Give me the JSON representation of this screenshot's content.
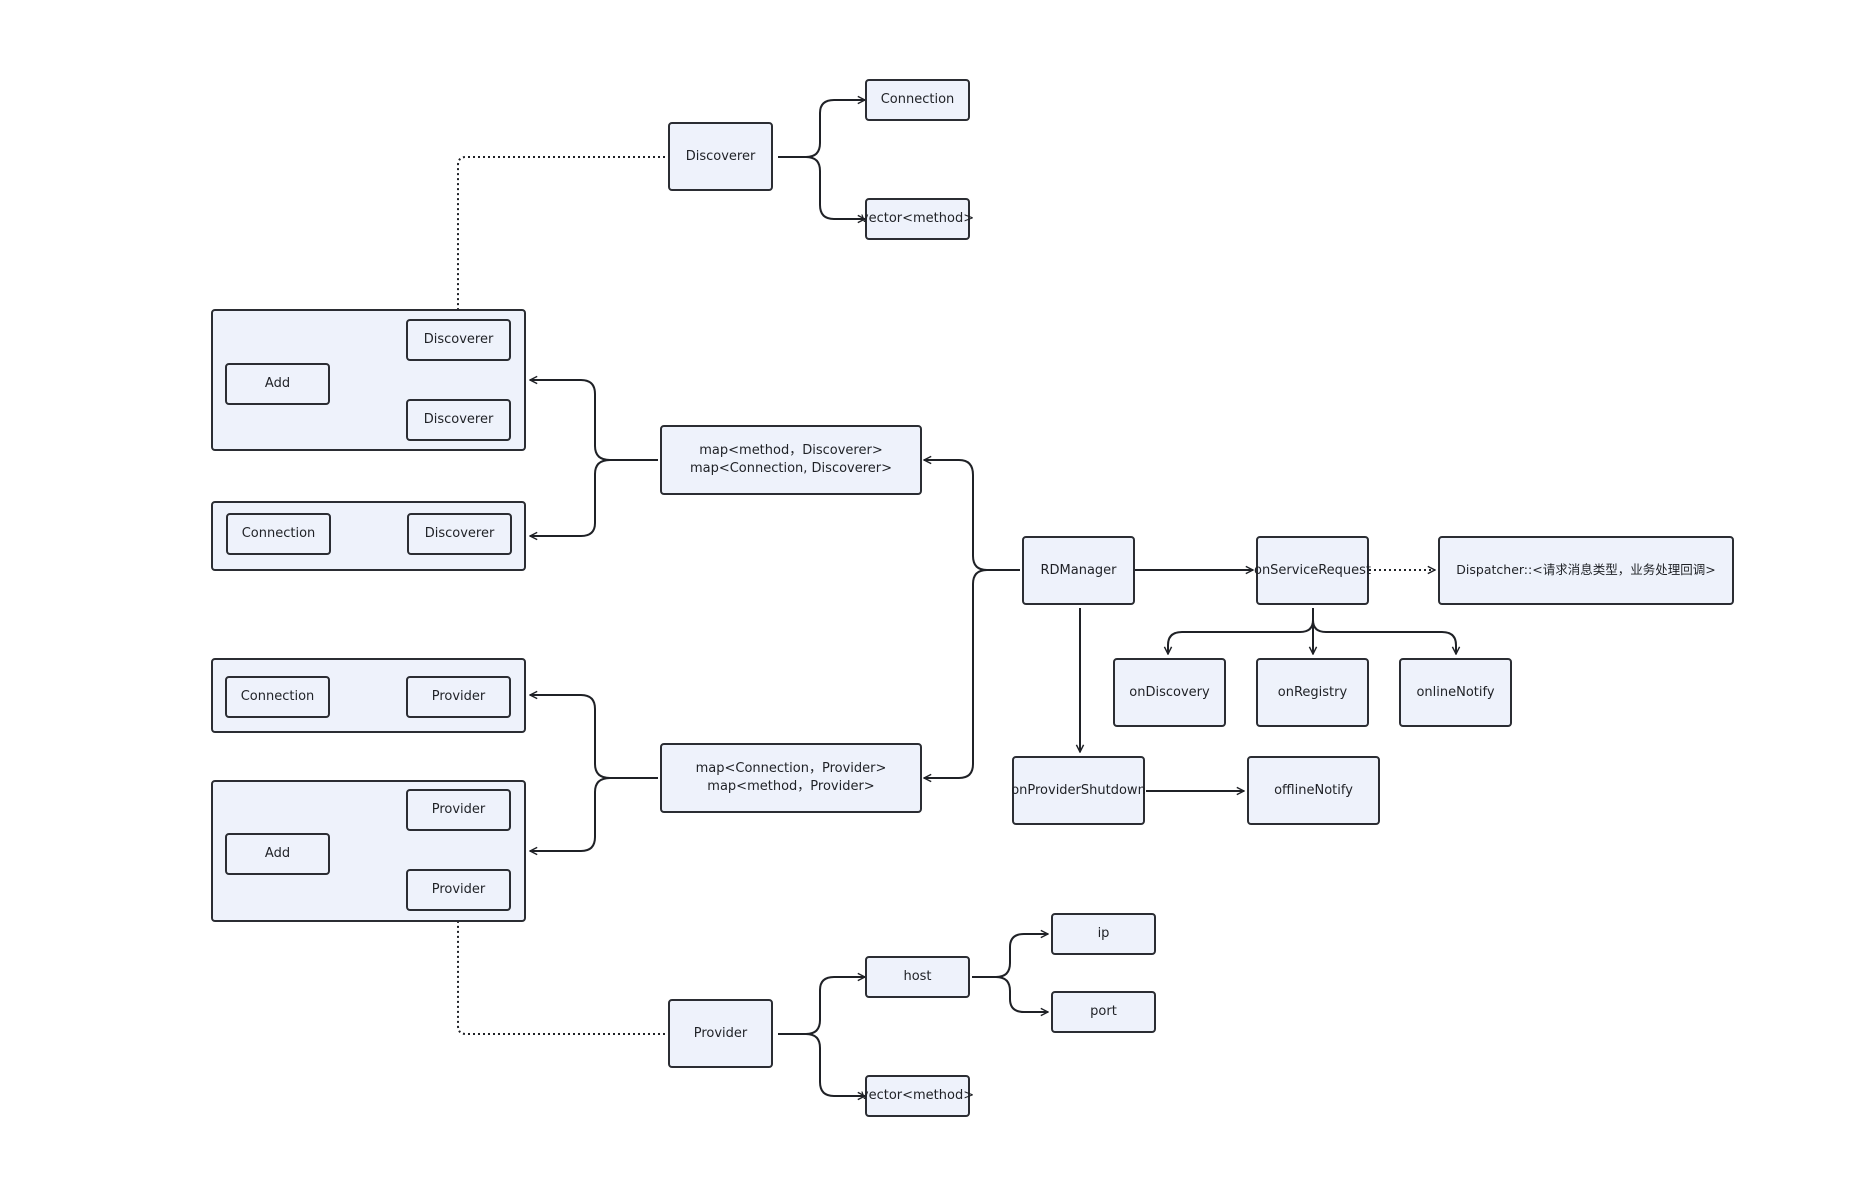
{
  "nodes": {
    "discoverer_top": "Discoverer",
    "connection_top": "Connection",
    "vector_method_top": "vector<method>",
    "group1_discoverer_a": "Discoverer",
    "group1_discoverer_b": "Discoverer",
    "group1_add": "Add",
    "group2_connection": "Connection",
    "group2_discoverer": "Discoverer",
    "map_discoverer": "map<method，Discoverer>\nmap<Connection, Discoverer>",
    "rdmanager": "RDManager",
    "on_service_request": "onServiceRequest",
    "dispatcher": "Dispatcher::<请求消息类型，业务处理回调>",
    "on_discovery": "onDiscovery",
    "on_registry": "onRegistry",
    "online_notify": "onlineNotify",
    "on_provider_shutdown": "onProviderShutdown",
    "offline_notify": "offlineNotify",
    "group3_connection": "Connection",
    "group3_provider": "Provider",
    "map_provider": "map<Connection，Provider>\nmap<method，Provider>",
    "group4_provider_a": "Provider",
    "group4_provider_b": "Provider",
    "group4_add": "Add",
    "provider_bottom": "Provider",
    "host": "host",
    "ip": "ip",
    "port": "port",
    "vector_method_bottom": "vector<method>"
  },
  "colors": {
    "node_fill": "#eef2fb",
    "stroke": "#2b2d33"
  }
}
